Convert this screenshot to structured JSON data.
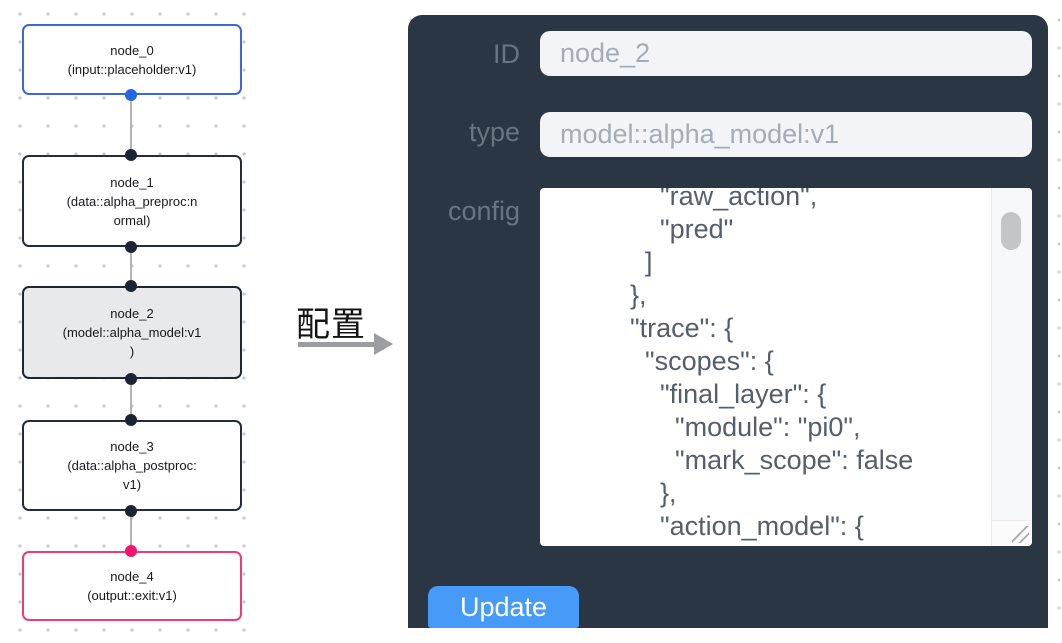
{
  "flow": {
    "nodes": [
      {
        "id": "node_0",
        "node_type": "input::placeholder:v1",
        "label": "node_0\n(input::placeholder:v1)",
        "state": "input"
      },
      {
        "id": "node_1",
        "node_type": "data::alpha_preproc:normal",
        "label": "node_1\n(data::alpha_preproc:n\normal)",
        "state": "default"
      },
      {
        "id": "node_2",
        "node_type": "model::alpha_model:v1",
        "label": "node_2\n(model::alpha_model:v1\n)",
        "state": "selected"
      },
      {
        "id": "node_3",
        "node_type": "data::alpha_postproc:v1",
        "label": "node_3\n(data::alpha_postproc:\nv1)",
        "state": "default"
      },
      {
        "id": "node_4",
        "node_type": "output::exit:v1",
        "label": "node_4\n(output::exit:v1)",
        "state": "output"
      }
    ]
  },
  "annotation": {
    "label": "配置"
  },
  "panel": {
    "id_label": "ID",
    "id_value": "node_2",
    "type_label": "type",
    "type_value": "model::alpha_model:v1",
    "config_label": "config",
    "config_text": "        \"raw_action\",\n        \"pred\"\n      ]\n    },\n    \"trace\": {\n      \"scopes\": {\n        \"final_layer\": {\n          \"module\": \"pi0\",\n          \"mark_scope\": false\n        },\n        \"action_model\": {",
    "update_label": "Update"
  },
  "colors": {
    "panel_bg": "#2b3645",
    "update_button": "#459bf7",
    "node_input_border": "#3c67d6",
    "node_default_border": "#232c3d",
    "node_output_border": "#ee3a7b",
    "node_selected_bg": "#e8e9eb",
    "port_input": "#2366e4",
    "port_default": "#1c2433",
    "port_output": "#f2146e",
    "canvas_dot": "#c6c9cd"
  }
}
